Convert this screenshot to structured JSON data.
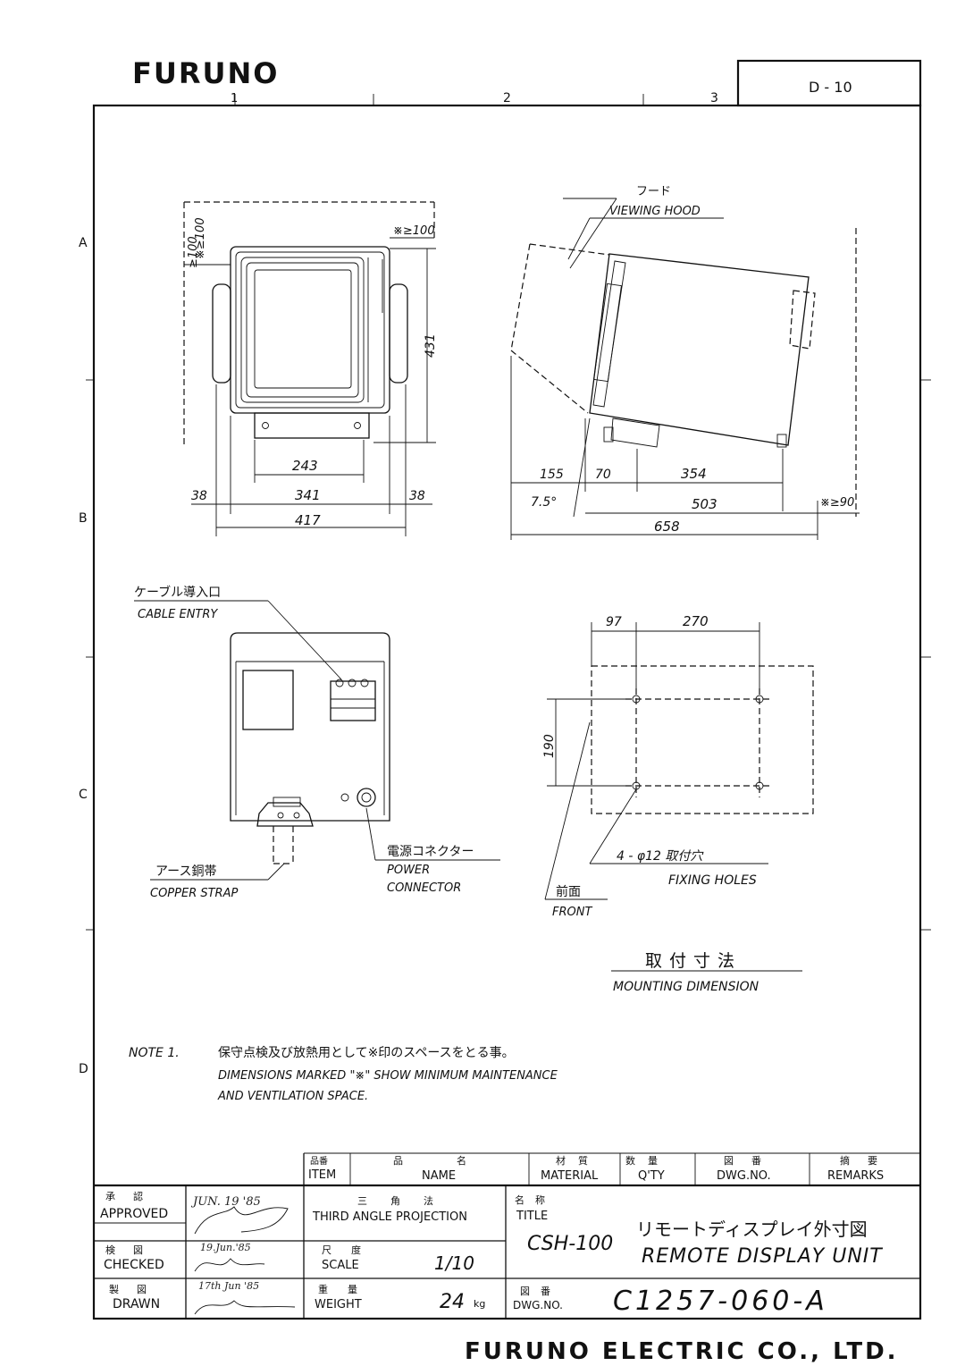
{
  "header": {
    "logo": "FURUNO",
    "zone_cols": [
      "1",
      "2",
      "3"
    ],
    "sheet_code": "D - 10"
  },
  "zones_rows": [
    "A",
    "B",
    "C",
    "D"
  ],
  "front_view": {
    "dims": {
      "top_left_v": "※≥100",
      "left_small": "≥100",
      "top_right": "※≥100",
      "height": "431",
      "base": "243",
      "inner_w": "341",
      "side_l": "38",
      "side_r": "38",
      "total_w": "417"
    }
  },
  "side_view": {
    "hood_jp": "フード",
    "hood_en": "VIEWING HOOD",
    "dims": {
      "d155": "155",
      "d70": "70",
      "d354": "354",
      "d503": "503",
      "d658": "658",
      "angle": "7.5°",
      "rear_min": "※≥90"
    }
  },
  "rear_view": {
    "cable_jp": "ケーブル導入口",
    "cable_en": "CABLE ENTRY",
    "power_jp": "電源コネクター",
    "power_en1": "POWER",
    "power_en2": "CONNECTOR",
    "copper_jp": "アース銅帯",
    "copper_en": "COPPER STRAP"
  },
  "mounting": {
    "d97": "97",
    "d270": "270",
    "d190": "190",
    "holes_jp": "4 - φ12 取付穴",
    "holes_en": "FIXING HOLES",
    "front_jp": "前面",
    "front_en": "FRONT",
    "title_jp": "取付寸法",
    "title_en": "MOUNTING DIMENSION"
  },
  "note": {
    "label": "NOTE 1.",
    "jp": "保守点検及び放熱用として※印のスペースをとる事。",
    "en1": "DIMENSIONS MARKED \"※\" SHOW MINIMUM MAINTENANCE",
    "en2": "AND VENTILATION SPACE."
  },
  "parts_header": {
    "item_jp": "品番",
    "item": "ITEM",
    "name_jp": "品名",
    "name": "NAME",
    "material_jp": "材質",
    "material": "MATERIAL",
    "qty_jp": "数量",
    "qty": "Q'TY",
    "dwg_jp": "図番",
    "dwg": "DWG.NO.",
    "remarks_jp": "摘要",
    "remarks": "REMARKS"
  },
  "title_block": {
    "approved_jp": "承認",
    "approved": "APPROVED",
    "approved_date": "JUN. 19 '85",
    "checked_jp": "検図",
    "checked": "CHECKED",
    "checked_date": "19.Jun.'85",
    "drawn_jp": "製図",
    "drawn": "DRAWN",
    "drawn_date": "17th Jun '85",
    "projection_jp": "三角法",
    "projection": "THIRD ANGLE PROJECTION",
    "scale_jp": "尺度",
    "scale": "SCALE",
    "scale_value": "1/10",
    "weight_jp": "重量",
    "weight": "WEIGHT",
    "weight_value": "24",
    "weight_unit": "kg",
    "title_jp_label": "名称",
    "title_label": "TITLE",
    "model": "CSH-100",
    "title_jp": "リモートディスプレイ外寸図",
    "title_en": "REMOTE DISPLAY UNIT",
    "dwgno_jp": "図番",
    "dwgno_label": "DWG.NO.",
    "dwg_number": "C1257-060-A",
    "company": "FURUNO ELECTRIC CO., LTD."
  }
}
